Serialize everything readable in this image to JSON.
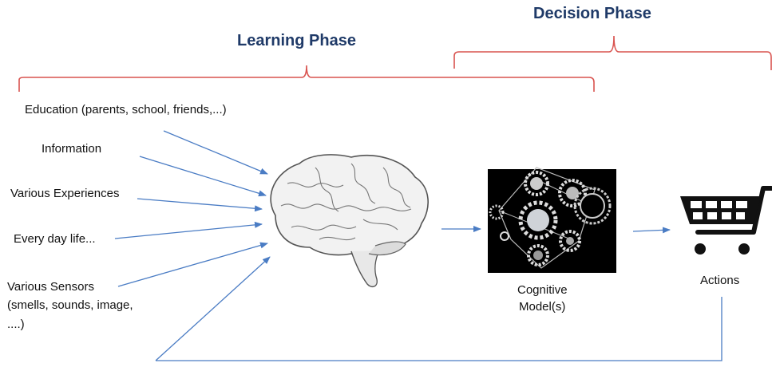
{
  "phases": {
    "learning": "Learning Phase",
    "decision": "Decision Phase"
  },
  "inputs": {
    "education": "Education (parents, school, friends,...)",
    "information": "Information",
    "experiences": "Various Experiences",
    "everyday": "Every day life...",
    "sensors_line1": "Various Sensors",
    "sensors_line2": "(smells, sounds, image,",
    "sensors_line3": "....)"
  },
  "nodes": {
    "brain": "brain-image",
    "model_label_line1": "Cognitive",
    "model_label_line2": "Model(s)",
    "actions_label": "Actions"
  },
  "icons": {
    "brain": "brain-icon",
    "gears": "gears-icon",
    "cart": "shopping-cart-icon"
  },
  "colors": {
    "bracket": "#d9534f",
    "arrow": "#4a7cc4",
    "phase_text": "#1f3a68",
    "model_bg": "#000000",
    "cart": "#111111"
  }
}
